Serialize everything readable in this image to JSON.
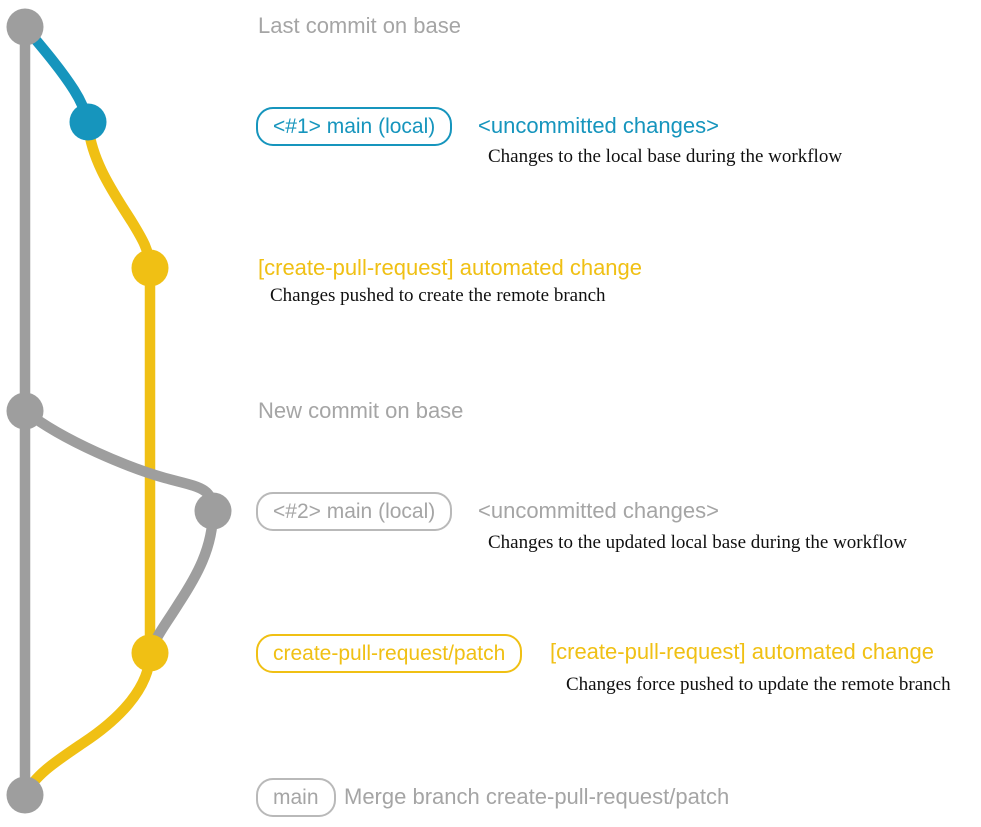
{
  "colors": {
    "blue": "#1695bd",
    "yellow": "#f0c014",
    "gray": "#9e9e9e",
    "gray_border": "#b9b9b9",
    "gray_text": "#a5a5a5",
    "black_text": "#101010"
  },
  "rows": {
    "last_base": {
      "heading": "Last commit on base"
    },
    "uncommitted1": {
      "badge": "<#1> main (local)",
      "title": "<uncommitted changes>",
      "subtitle": "Changes to the local base during the workflow"
    },
    "automated1": {
      "title": "[create-pull-request] automated change",
      "subtitle": "Changes pushed to create the remote branch"
    },
    "new_base": {
      "heading": "New commit on base"
    },
    "uncommitted2": {
      "badge": "<#2> main (local)",
      "title": "<uncommitted changes>",
      "subtitle": "Changes to the updated local base during the workflow"
    },
    "automated2": {
      "badge": "create-pull-request/patch",
      "title": "[create-pull-request] automated change",
      "subtitle": "Changes force pushed to update the remote branch"
    },
    "merge": {
      "badge": "main",
      "message": "Merge branch create-pull-request/patch"
    }
  }
}
